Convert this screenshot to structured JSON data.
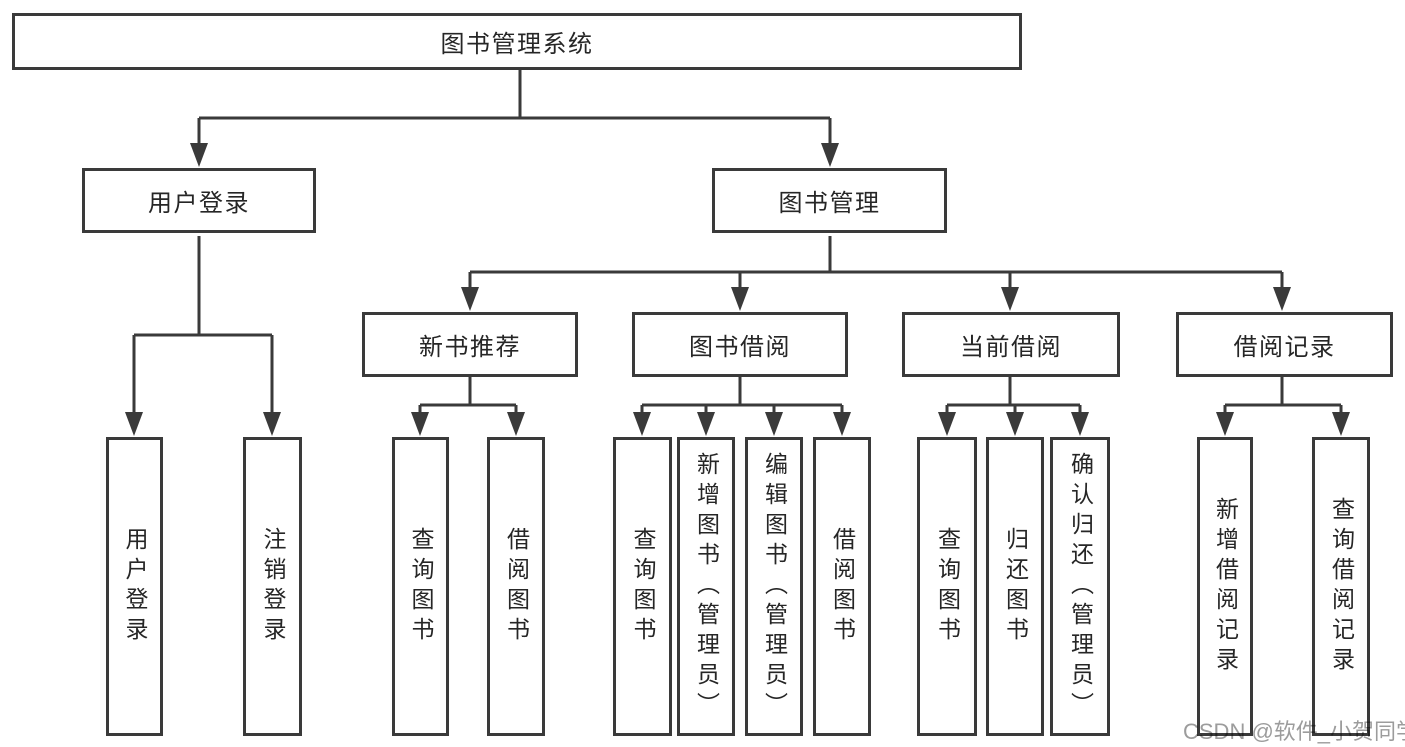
{
  "diagram_title": "图书管理系统",
  "tree": {
    "root": {
      "label": "图书管理系统",
      "children": [
        {
          "label": "用户登录",
          "children": [
            {
              "label": "用户登录"
            },
            {
              "label": "注销登录"
            }
          ]
        },
        {
          "label": "图书管理",
          "children": [
            {
              "label": "新书推荐",
              "children": [
                {
                  "label": "查询图书"
                },
                {
                  "label": "借阅图书"
                }
              ]
            },
            {
              "label": "图书借阅",
              "children": [
                {
                  "label": "查询图书"
                },
                {
                  "label": "新增图书（管理员）"
                },
                {
                  "label": "编辑图书（管理员）"
                },
                {
                  "label": "借阅图书"
                }
              ]
            },
            {
              "label": "当前借阅",
              "children": [
                {
                  "label": "查询图书"
                },
                {
                  "label": "归还图书"
                },
                {
                  "label": "确认归还（管理员）"
                }
              ]
            },
            {
              "label": "借阅记录",
              "children": [
                {
                  "label": "新增借阅记录"
                },
                {
                  "label": "查询借阅记录"
                }
              ]
            }
          ]
        }
      ]
    }
  },
  "watermark": {
    "text": "CSDN @软件_小贺同学"
  },
  "colors": {
    "box_border": "#3a3a3a",
    "line": "#3a3a3a",
    "text": "#262626",
    "background": "#ffffff",
    "watermark": "#9c9c9c"
  }
}
